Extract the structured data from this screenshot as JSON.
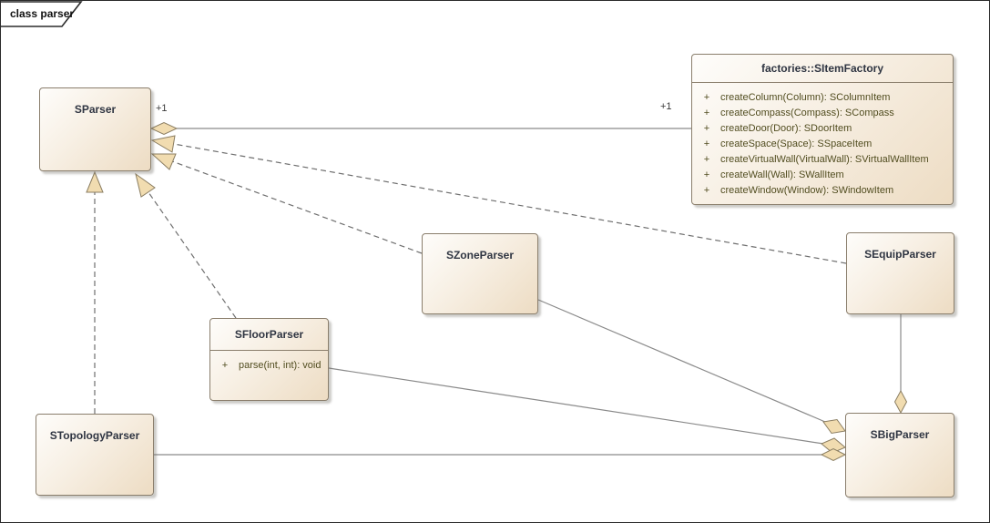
{
  "frame": {
    "label": "class parser"
  },
  "colors": {
    "box_border": "#8a7e6c",
    "box_fill_light": "#fefdfb",
    "box_fill_dark": "#eddcc3",
    "solid_line": "#8a8a8a",
    "dashed_line": "#6f6f6f",
    "marker_fill": "#f1dcb0",
    "marker_stroke": "#8b7e62",
    "title_text": "#2f3542",
    "member_text": "#514d20",
    "frame_border": "#2b2b2b"
  },
  "classes": [
    {
      "name": "SParser",
      "members": []
    },
    {
      "name": "factories::SItemFactory",
      "members": [
        {
          "vis": "+",
          "sig": "createColumn(Column): SColumnItem"
        },
        {
          "vis": "+",
          "sig": "createCompass(Compass): SCompass"
        },
        {
          "vis": "+",
          "sig": "createDoor(Door): SDoorItem"
        },
        {
          "vis": "+",
          "sig": "createSpace(Space): SSpaceItem"
        },
        {
          "vis": "+",
          "sig": "createVirtualWall(VirtualWall): SVirtualWallItem"
        },
        {
          "vis": "+",
          "sig": "createWall(Wall): SWallItem"
        },
        {
          "vis": "+",
          "sig": "createWindow(Window): SWindowItem"
        }
      ]
    },
    {
      "name": "SZoneParser",
      "members": []
    },
    {
      "name": "SFloorParser",
      "members": [
        {
          "vis": "+",
          "sig": "parse(int, int): void"
        }
      ]
    },
    {
      "name": "STopologyParser",
      "members": []
    },
    {
      "name": "SEquipParser",
      "members": []
    },
    {
      "name": "SBigParser",
      "members": []
    }
  ],
  "connectors": [
    {
      "from": "SParser",
      "to": "factories::SItemFactory",
      "type": "aggregation",
      "style": "solid",
      "source_label": "+1",
      "target_label": "+1"
    },
    {
      "from": "SEquipParser",
      "to": "SParser",
      "type": "generalization",
      "style": "dashed"
    },
    {
      "from": "SZoneParser",
      "to": "SParser",
      "type": "generalization",
      "style": "dashed"
    },
    {
      "from": "STopologyParser",
      "to": "SParser",
      "type": "generalization",
      "style": "dashed"
    },
    {
      "from": "SFloorParser",
      "to": "SParser",
      "type": "generalization",
      "style": "dashed"
    },
    {
      "from": "SZoneParser",
      "to": "SBigParser",
      "type": "aggregation",
      "style": "solid"
    },
    {
      "from": "SFloorParser",
      "to": "SBigParser",
      "type": "aggregation",
      "style": "solid"
    },
    {
      "from": "STopologyParser",
      "to": "SBigParser",
      "type": "aggregation",
      "style": "solid"
    },
    {
      "from": "SEquipParser",
      "to": "SBigParser",
      "type": "aggregation",
      "style": "solid"
    }
  ]
}
